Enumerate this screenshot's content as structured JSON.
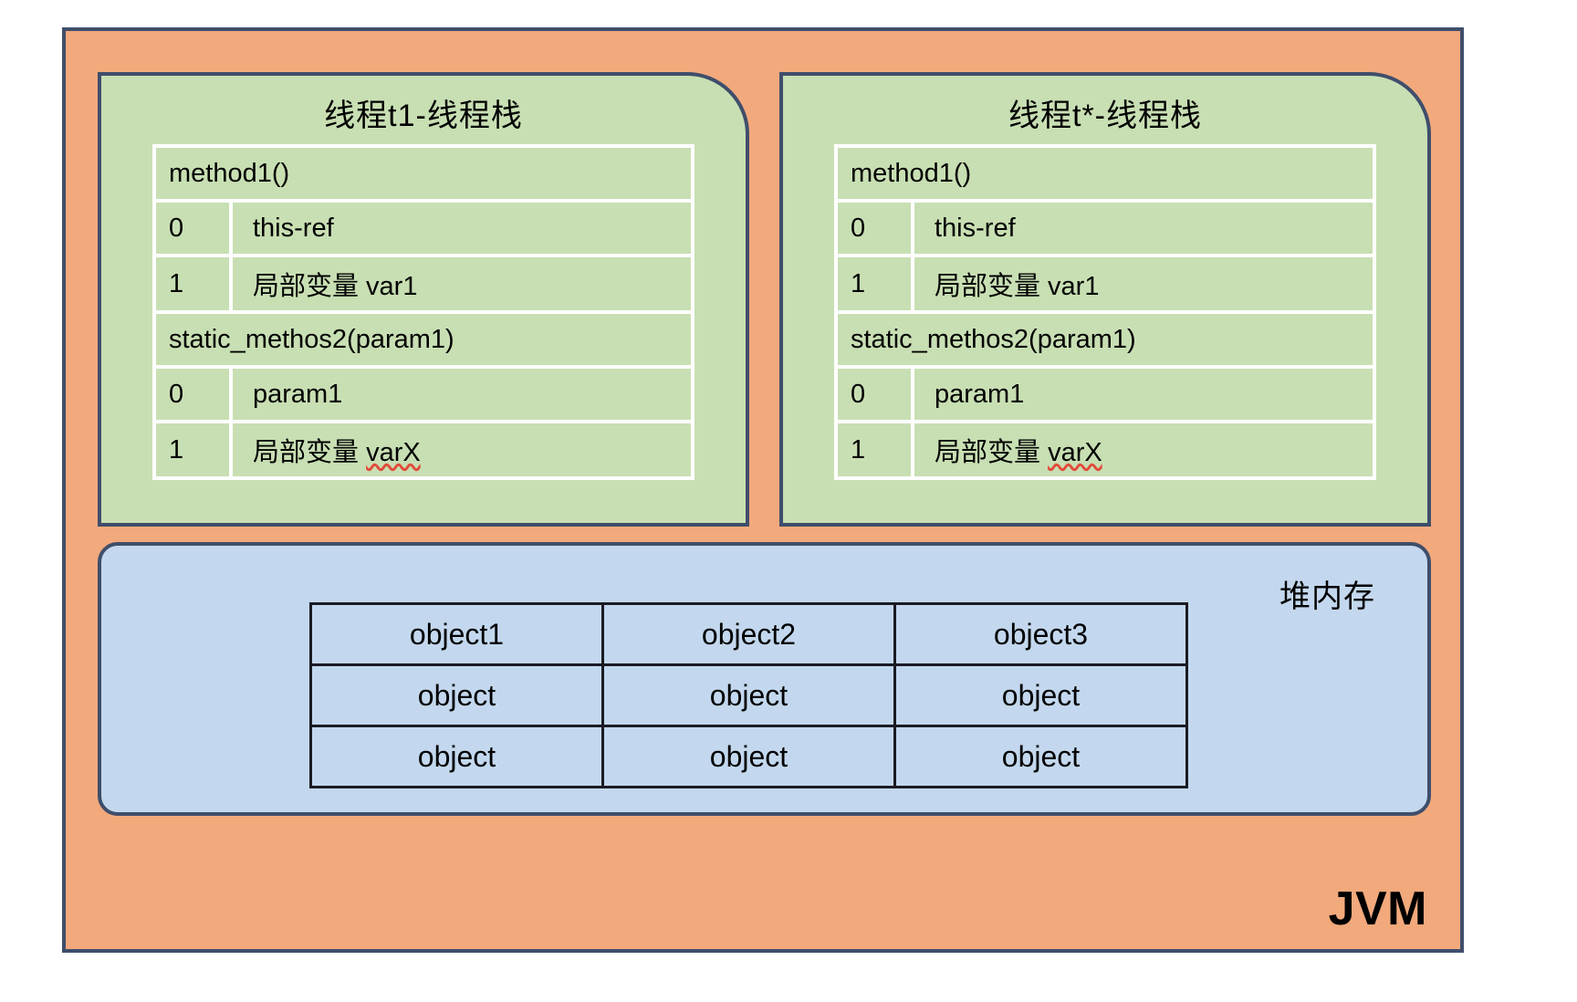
{
  "diagram": {
    "title": "JVM memory model",
    "jvm_label": "JVM",
    "colors": {
      "jvm_fill": "#f2a97c",
      "stack_fill": "#c8dfb3",
      "heap_fill": "#c3d8ee",
      "border": "#3f4e6b",
      "table_border_dark": "#1b1b24",
      "table_border_light": "#ffffff",
      "misspell_underline": "#e24b3a"
    }
  },
  "stacks": [
    {
      "title": "线程t1-线程栈",
      "frames": [
        {
          "name": "method1()",
          "slots": [
            {
              "index": "0",
              "value": "this-ref",
              "misspelled": ""
            },
            {
              "index": "1",
              "value": "局部变量 var1",
              "misspelled": ""
            }
          ]
        },
        {
          "name": "static_methos2(param1)",
          "slots": [
            {
              "index": "0",
              "value": "param1",
              "misspelled": ""
            },
            {
              "index": "1",
              "value": "局部变量 ",
              "misspelled": "varX"
            }
          ]
        }
      ]
    },
    {
      "title": "线程t*-线程栈",
      "frames": [
        {
          "name": "method1()",
          "slots": [
            {
              "index": "0",
              "value": "this-ref",
              "misspelled": ""
            },
            {
              "index": "1",
              "value": "局部变量 var1",
              "misspelled": ""
            }
          ]
        },
        {
          "name": "static_methos2(param1)",
          "slots": [
            {
              "index": "0",
              "value": "param1",
              "misspelled": ""
            },
            {
              "index": "1",
              "value": "局部变量 ",
              "misspelled": "varX"
            }
          ]
        }
      ]
    }
  ],
  "heap": {
    "label": "堆内存",
    "rows": [
      [
        "object1",
        "object2",
        "object3"
      ],
      [
        "object",
        "object",
        "object"
      ],
      [
        "object",
        "object",
        "object"
      ]
    ]
  }
}
